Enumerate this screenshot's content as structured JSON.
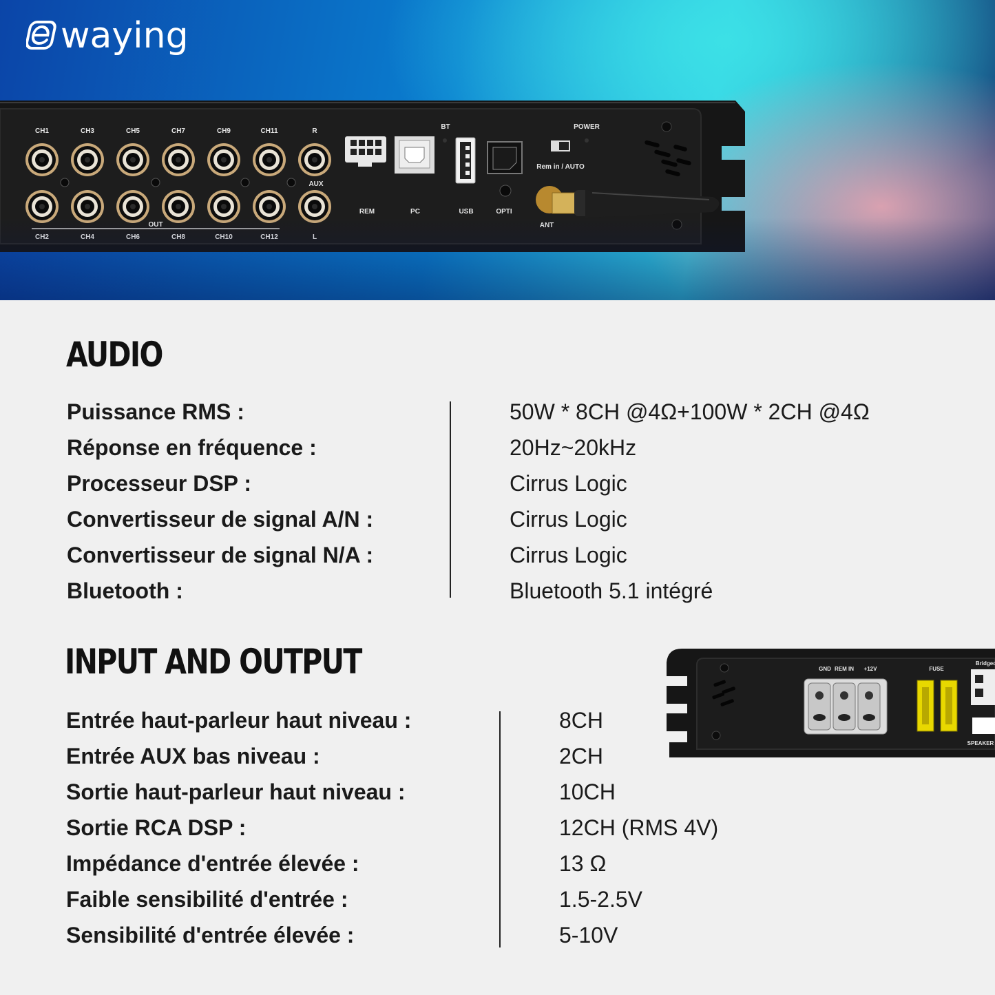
{
  "brand": {
    "name": "waying",
    "mark_letter": "e"
  },
  "hero": {
    "colors": {
      "deep_blue": "#0b45a8",
      "cyan": "#35cfe6",
      "pink": "#faaab4",
      "panel": "#141414"
    },
    "panel_labels": {
      "top_channels": [
        "CH1",
        "CH3",
        "CH5",
        "CH7",
        "CH9",
        "CH11",
        "R"
      ],
      "bottom_channels": [
        "CH2",
        "CH4",
        "CH6",
        "CH8",
        "CH10",
        "CH12",
        "L"
      ],
      "out": "OUT",
      "aux": "AUX",
      "bt": "BT",
      "power": "POWER",
      "rem_auto": "Rem in / AUTO",
      "rem": "REM",
      "pc": "PC",
      "usb": "USB",
      "opti": "OPTI",
      "ant": "ANT"
    }
  },
  "audio": {
    "title": "AUDIO",
    "rows": [
      {
        "label": "Puissance RMS :",
        "value": "50W * 8CH @4Ω+100W * 2CH @4Ω"
      },
      {
        "label": "Réponse en fréquence :",
        "value": "20Hz~20kHz"
      },
      {
        "label": "Processeur DSP :",
        "value": "Cirrus Logic"
      },
      {
        "label": "Convertisseur de signal A/N :",
        "value": "Cirrus Logic"
      },
      {
        "label": "Convertisseur de signal N/A :",
        "value": "Cirrus Logic"
      },
      {
        "label": "Bluetooth :",
        "value": "Bluetooth 5.1 intégré"
      }
    ]
  },
  "io": {
    "title": "INPUT AND OUTPUT",
    "rows": [
      {
        "label": "Entrée haut-parleur haut niveau :",
        "value": "8CH"
      },
      {
        "label": "Entrée AUX bas niveau :",
        "value": "2CH"
      },
      {
        "label": "Sortie haut-parleur haut niveau :",
        "value": "10CH"
      },
      {
        "label": "Sortie RCA DSP :",
        "value": "12CH (RMS 4V)"
      },
      {
        "label": "Impédance d'entrée élevée :",
        "value": "13 Ω"
      },
      {
        "label": "Faible sensibilité d'entrée :",
        "value": "1.5-2.5V"
      },
      {
        "label": "Sensibilité d'entrée élevée :",
        "value": "5-10V"
      }
    ]
  },
  "side_panel_labels": {
    "gnd": "GND",
    "rem_in": "REM IN",
    "plus12v": "+12V",
    "fuse": "FUSE",
    "bridged": "Bridged",
    "speaker": "SPEAKER"
  }
}
